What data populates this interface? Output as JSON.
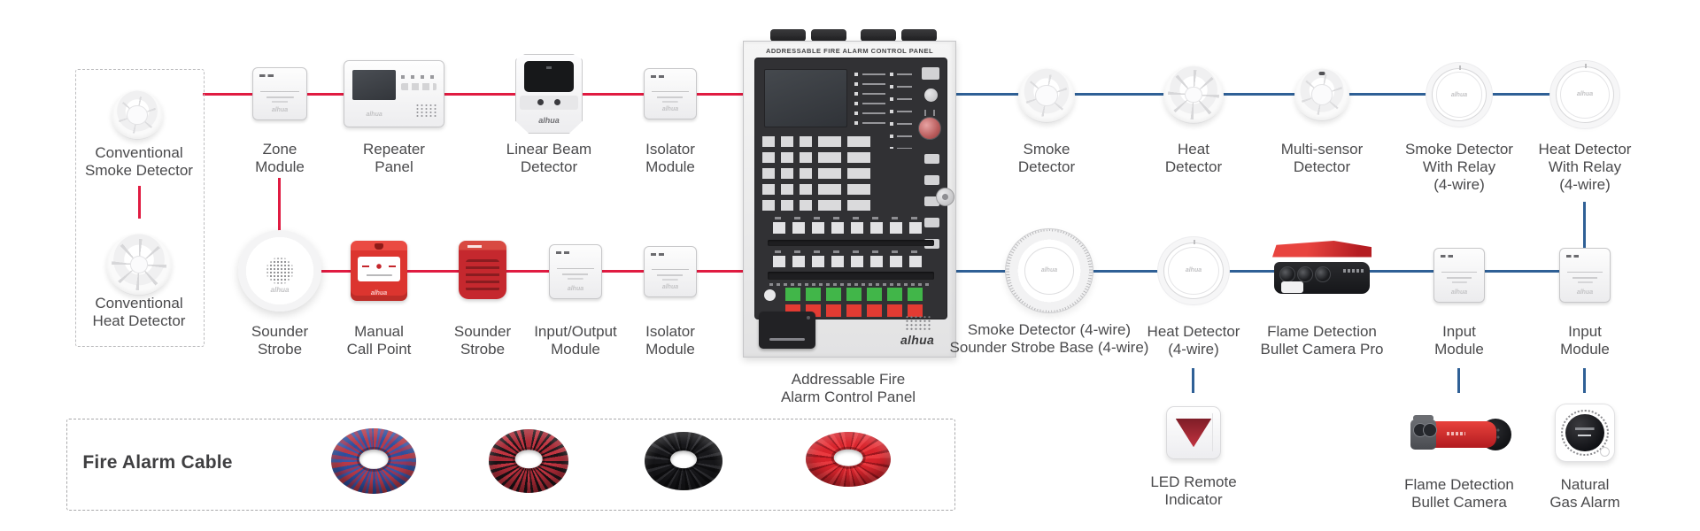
{
  "colors": {
    "line_red": "#e01b41",
    "line_blue": "#2f6096",
    "label_text": "#4a4a4c",
    "device_red": "#d8262c",
    "green_button": "#41b649",
    "red_button": "#e23b33"
  },
  "brand": "alhua",
  "left_group": {
    "smoke": "Conventional\nSmoke Detector",
    "heat": "Conventional\nHeat Detector"
  },
  "loop1": {
    "zone_module": "Zone\nModule",
    "repeater_panel": "Repeater\nPanel",
    "linear_beam": "Linear Beam\nDetector",
    "isolator_module": "Isolator\nModule"
  },
  "loop2": {
    "sounder_strobe_1": "Sounder\nStrobe",
    "manual_call_point": "Manual\nCall Point",
    "sounder_strobe_2": "Sounder\nStrobe",
    "io_module": "Input/Output\nModule",
    "isolator_module": "Isolator\nModule"
  },
  "panel": {
    "header": "ADDRESSABLE FIRE ALARM CONTROL PANEL",
    "caption": "Addressable Fire\nAlarm Control Panel"
  },
  "loop3": {
    "smoke_detector": "Smoke\nDetector",
    "heat_detector": "Heat\nDetector",
    "multi_sensor": "Multi-sensor\nDetector",
    "smoke_relay": "Smoke Detector\nWith Relay\n(4-wire)",
    "heat_relay": "Heat Detector\nWith Relay\n(4-wire)"
  },
  "loop4": {
    "smoke_4wire": "Smoke Detector (4-wire)\nSounder Strobe Base (4-wire)",
    "heat_4wire": "Heat Detector\n(4-wire)",
    "flame_camera_pro": "Flame Detection\nBullet Camera Pro",
    "input_module_1": "Input\nModule",
    "input_module_2": "Input\nModule"
  },
  "row3": {
    "led_remote": "LED Remote\nIndicator",
    "flame_camera": "Flame Detection\nBullet Camera",
    "gas_alarm": "Natural\nGas Alarm"
  },
  "cable_box": {
    "title": "Fire Alarm Cable",
    "cables": [
      {
        "name": "blue-red-twisted-cable",
        "colors": [
          "#3d58a8",
          "#b63a4a"
        ]
      },
      {
        "name": "red-black-twisted-cable",
        "colors": [
          "#c13440",
          "#23161b"
        ]
      },
      {
        "name": "black-cable",
        "colors": [
          "#17171a"
        ]
      },
      {
        "name": "red-cable",
        "colors": [
          "#d8242c"
        ]
      }
    ]
  }
}
